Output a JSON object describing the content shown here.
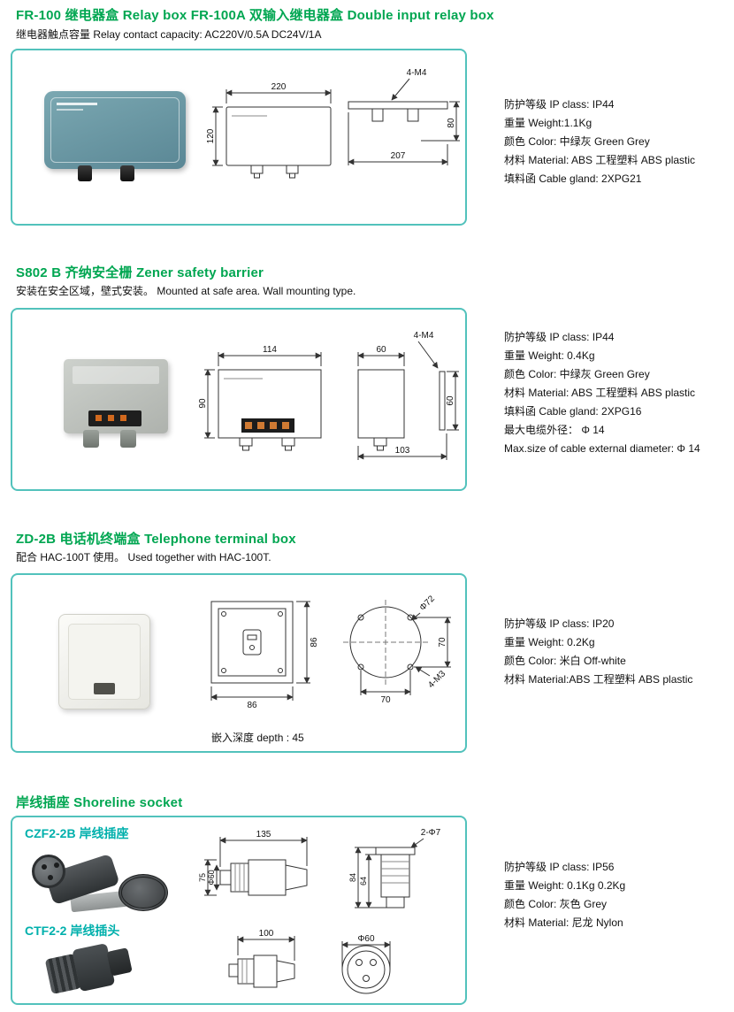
{
  "colors": {
    "heading_green": "#00a651",
    "panel_border_teal": "#52c2bc",
    "inner_label_teal": "#00b0ac",
    "relay_box_teal": "#6b99a6",
    "text": "#111111"
  },
  "sections": [
    {
      "title": "FR-100  继电器盒   Relay box  FR-100A 双输入继电器盒  Double input relay box",
      "subtitle": "继电器触点容量 Relay contact capacity: AC220V/0.5A    DC24V/1A",
      "specs": [
        "防护等级 IP class: IP44",
        "重量 Weight:1.1Kg",
        "颜色 Color: 中绿灰 Green Grey",
        "材料 Material: ABS 工程塑料 ABS plastic",
        "填料函 Cable gland: 2XPG21"
      ],
      "dims": {
        "w": "220",
        "h": "120",
        "len": "207",
        "side_h": "80",
        "screw": "4-M4"
      }
    },
    {
      "title": "S802 B 齐纳安全栅  Zener safety barrier",
      "subtitle": "安装在安全区域，壁式安装。  Mounted at safe area. Wall mounting type.",
      "specs": [
        "防护等级 IP class: IP44",
        "重量 Weight: 0.4Kg",
        "颜色 Color: 中绿灰 Green Grey",
        "材料 Material: ABS 工程塑料 ABS plastic",
        "填料函 Cable gland: 2XPG16",
        "最大电缆外径： Φ 14",
        "Max.size of cable external diameter:  Φ 14"
      ],
      "dims": {
        "w": "114",
        "h": "90",
        "side_w": "60",
        "plate_h": "60",
        "base": "103",
        "screw": "4-M4"
      }
    },
    {
      "title": "ZD-2B  电话机终端盒  Telephone terminal box",
      "subtitle": "配合 HAC-100T 使用。  Used together with HAC-100T.",
      "specs": [
        "防护等级 IP class: IP20",
        "重量 Weight: 0.2Kg",
        "颜色 Color: 米白 Off-white",
        "材料 Material:ABS 工程塑料 ABS plastic"
      ],
      "dims": {
        "w": "86",
        "h": "86",
        "pitch_x": "70",
        "pitch_y": "70",
        "dia": "Φ72",
        "screw": "4-M3",
        "depth": "嵌入深度 depth :    45"
      }
    },
    {
      "title": "岸线插座 Shoreline socket",
      "subtitle": "",
      "labels": {
        "socket": "CZF2-2B 岸线插座",
        "plug": "CTF2-2 岸线插头"
      },
      "specs": [
        "防护等级 IP class: IP56",
        "重量 Weight: 0.1Kg  0.2Kg",
        "颜色 Color: 灰色 Grey",
        "材料 Material: 尼龙 Nylon"
      ],
      "dims": {
        "len1": "135",
        "d1": "75",
        "phi1": "Φ60",
        "h1": "84",
        "h2": "64",
        "holes": "2-Φ7",
        "len2": "100",
        "phi2": "Φ60"
      }
    }
  ]
}
